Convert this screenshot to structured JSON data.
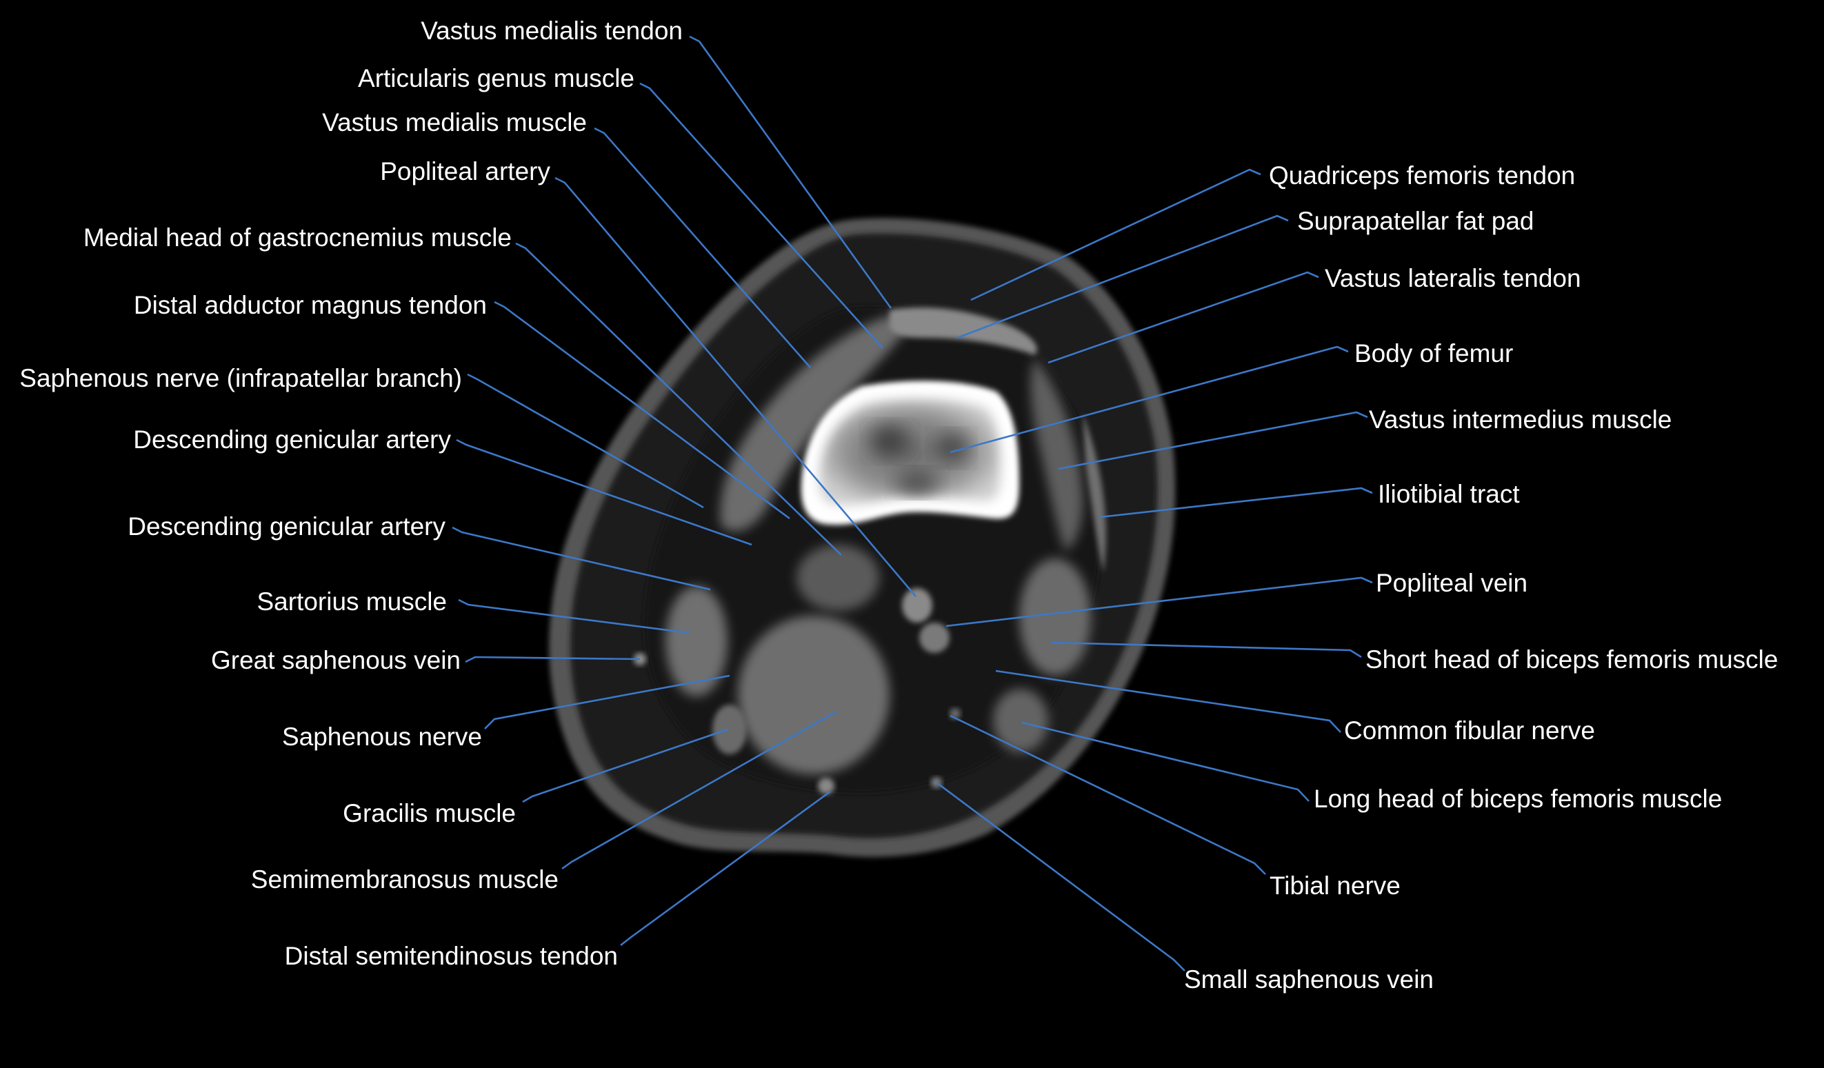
{
  "figure": {
    "line_color": "#3c78c8",
    "text_color": "#ffffff",
    "background": "#000000"
  },
  "labels": {
    "vastus_medialis_tendon": "Vastus medialis tendon",
    "articularis_genus_muscle": "Articularis genus muscle",
    "vastus_medialis_muscle": "Vastus medialis muscle",
    "popliteal_artery": "Popliteal artery",
    "medial_head_gastrocnemius": "Medial head of gastrocnemius muscle",
    "distal_adductor_magnus_tendon": "Distal adductor magnus tendon",
    "saphenous_nerve_infrapatellar": "Saphenous nerve (infrapatellar branch)",
    "descending_genicular_artery_1": "Descending genicular artery",
    "descending_genicular_artery_2": "Descending genicular artery",
    "sartorius_muscle": "Sartorius muscle",
    "great_saphenous_vein": "Great saphenous vein",
    "saphenous_nerve": "Saphenous nerve",
    "gracilis_muscle": "Gracilis muscle",
    "semimembranosus_muscle": "Semimembranosus muscle",
    "distal_semitendinosus_tendon": "Distal semitendinosus tendon",
    "quadriceps_femoris_tendon": "Quadriceps femoris tendon",
    "suprapatellar_fat_pad": "Suprapatellar fat pad",
    "vastus_lateralis_tendon": "Vastus lateralis tendon",
    "body_of_femur": "Body of femur",
    "vastus_intermedius_muscle": "Vastus intermedius muscle",
    "iliotibial_tract": "Iliotibial tract",
    "popliteal_vein": "Popliteal vein",
    "short_head_biceps_femoris": "Short head of biceps femoris muscle",
    "common_fibular_nerve": "Common fibular nerve",
    "long_head_biceps_femoris": "Long head of biceps femoris muscle",
    "tibial_nerve": "Tibial nerve",
    "small_saphenous_vein": "Small saphenous vein"
  }
}
